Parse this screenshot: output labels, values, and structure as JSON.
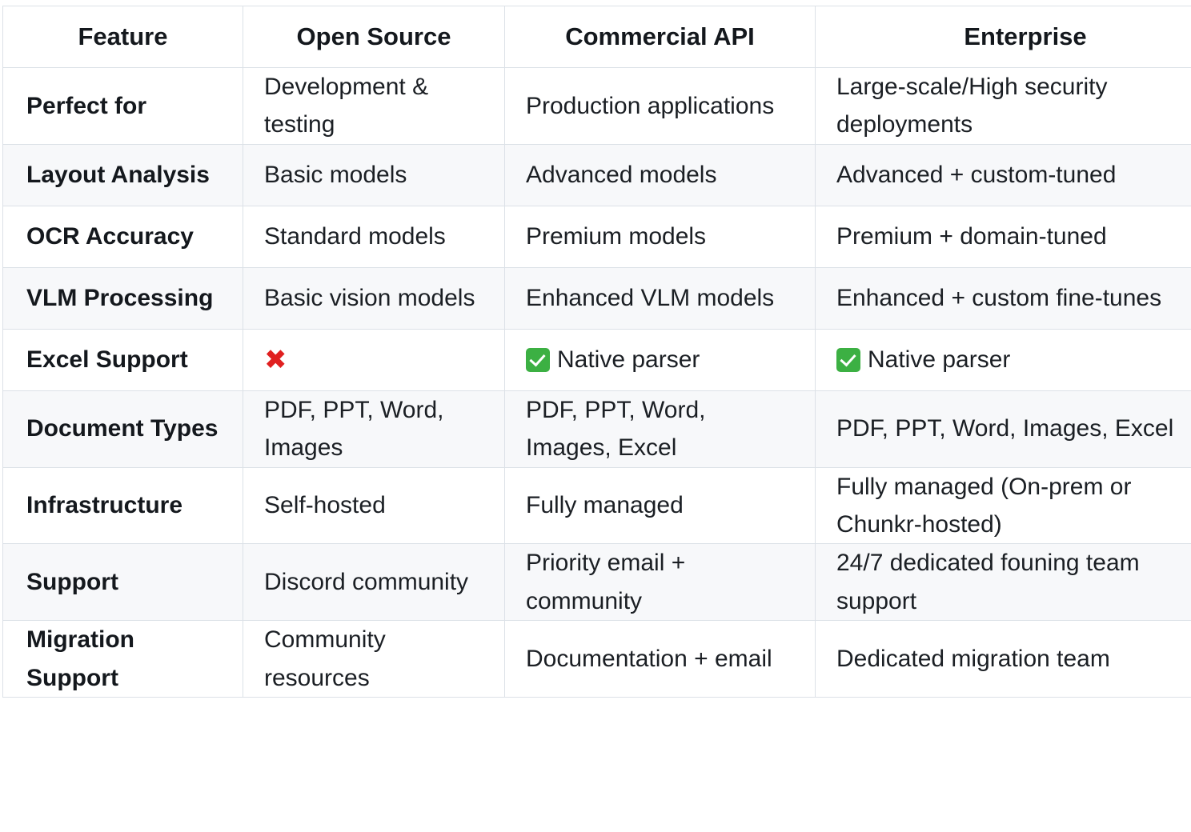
{
  "table": {
    "name": "chunkr-tier-comparison",
    "columns": [
      "Feature",
      "Open Source",
      "Commercial API",
      "Enterprise"
    ],
    "colors": {
      "border": "#dce1e7",
      "zebra_row": "#f7f8fa",
      "plain_row": "#ffffff",
      "text": "#1b1f24",
      "cross_red": "#e02020",
      "check_green": "#3cb043"
    },
    "rows": [
      {
        "feature": "Perfect for",
        "open_source": "Development & testing",
        "commercial_api": "Production applications",
        "enterprise": "Large-scale/High security deployments",
        "zebra": false
      },
      {
        "feature": "Layout Analysis",
        "open_source": "Basic models",
        "commercial_api": "Advanced models",
        "enterprise": "Advanced + custom-tuned",
        "zebra": true
      },
      {
        "feature": "OCR Accuracy",
        "open_source": "Standard models",
        "commercial_api": "Premium models",
        "enterprise": "Premium + domain-tuned",
        "zebra": false
      },
      {
        "feature": "VLM Processing",
        "open_source": "Basic vision models",
        "commercial_api": "Enhanced VLM models",
        "enterprise": "Enhanced + custom fine-tunes",
        "zebra": true
      },
      {
        "feature": "Excel Support",
        "open_source_icon": "cross-mark-icon",
        "open_source": "",
        "commercial_api_icon": "check-mark-button-icon",
        "commercial_api": "Native parser",
        "enterprise_icon": "check-mark-button-icon",
        "enterprise": "Native parser",
        "zebra": false
      },
      {
        "feature": "Document Types",
        "open_source": "PDF, PPT, Word, Images",
        "commercial_api": "PDF, PPT, Word, Images, Excel",
        "enterprise": "PDF, PPT, Word, Images, Excel",
        "zebra": true
      },
      {
        "feature": "Infrastructure",
        "open_source": "Self-hosted",
        "commercial_api": "Fully managed",
        "enterprise": "Fully managed (On-prem or Chunkr-hosted)",
        "zebra": false
      },
      {
        "feature": "Support",
        "open_source": "Discord community",
        "commercial_api": "Priority email + community",
        "enterprise": "24/7 dedicated founing team support",
        "zebra": true
      },
      {
        "feature": "Migration Support",
        "open_source": "Community resources",
        "commercial_api": "Documentation + email",
        "enterprise": "Dedicated migration team",
        "zebra": false
      }
    ]
  }
}
